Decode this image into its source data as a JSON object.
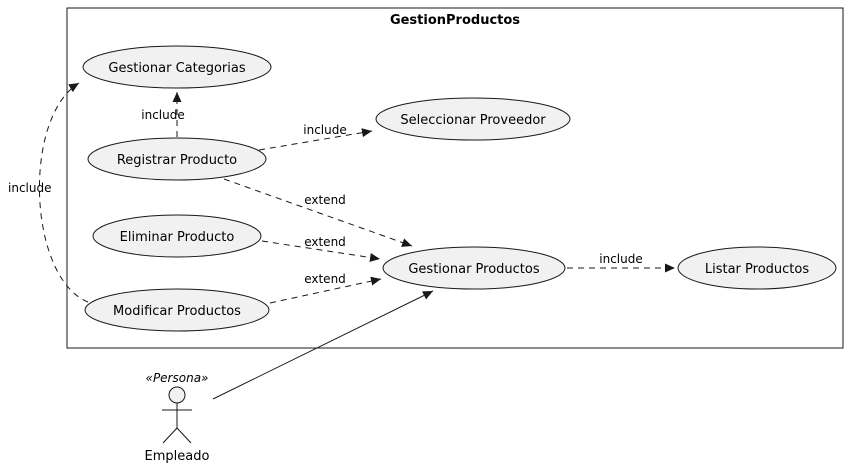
{
  "system": {
    "title": "GestionProductos"
  },
  "usecases": {
    "gestionar_categorias": "Gestionar Categorias",
    "seleccionar_proveedor": "Seleccionar Proveedor",
    "registrar_producto": "Registrar Producto",
    "eliminar_producto": "Eliminar Producto",
    "gestionar_productos": "Gestionar Productos",
    "modificar_productos": "Modificar Productos",
    "listar_productos": "Listar Productos"
  },
  "edges": {
    "registrar_includes_categorias": "include",
    "registrar_includes_proveedor": "include",
    "modificar_includes_categorias": "include",
    "gestionar_includes_listar": "include",
    "registrar_extends_gestionar": "extend",
    "eliminar_extends_gestionar": "extend",
    "modificar_extends_gestionar": "extend"
  },
  "actor": {
    "stereotype": "«Persona»",
    "name": "Empleado"
  },
  "colors": {
    "background": "#ffffff",
    "node_fill": "#f1f1f1",
    "node_border": "#181818",
    "edge": "#181818",
    "text": "#000000"
  }
}
